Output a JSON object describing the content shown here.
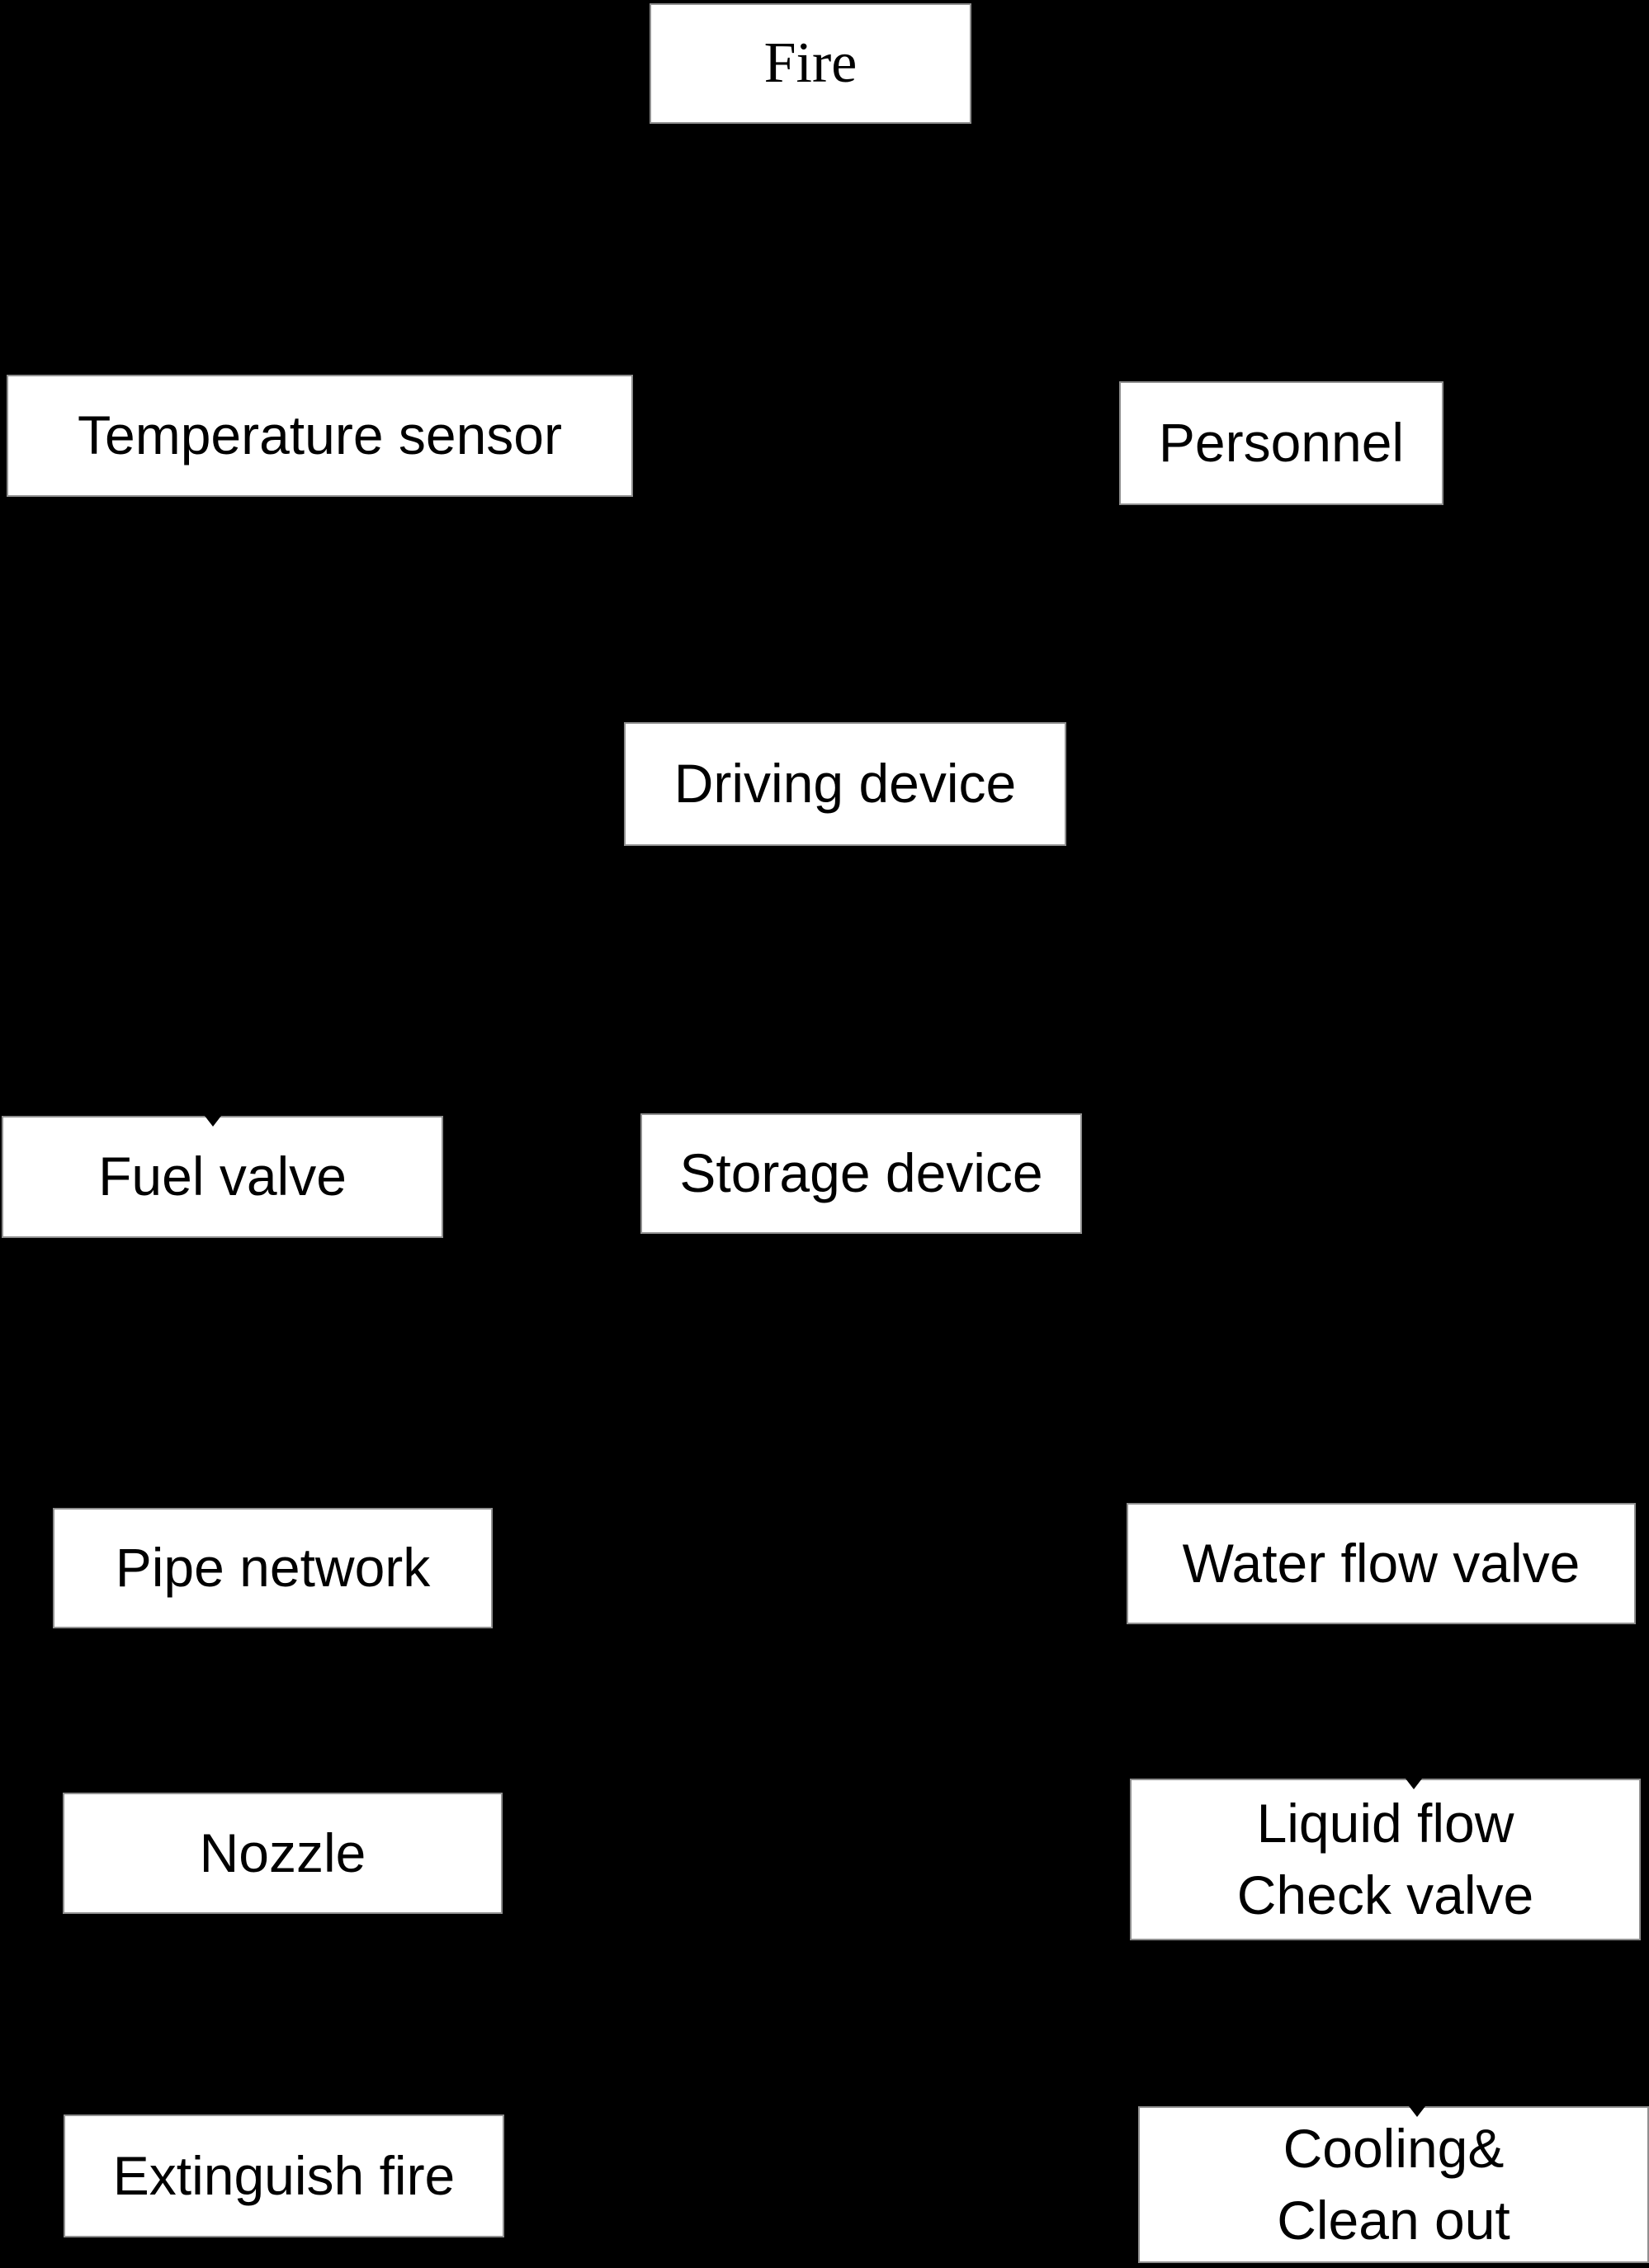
{
  "diagram": {
    "type": "flowchart",
    "colors": {
      "background": "#000000",
      "node_fill": "#ffffff",
      "node_border": "#8f8f8f",
      "node_text": "#000000",
      "arrowhead_notch": "#000000"
    },
    "nodes": {
      "fire": {
        "label": "Fire"
      },
      "temperature": {
        "label": "Temperature sensor"
      },
      "personnel": {
        "label": "Personnel"
      },
      "driving": {
        "label": "Driving device"
      },
      "fuel": {
        "label": "Fuel valve"
      },
      "storage": {
        "label": "Storage device"
      },
      "pipe": {
        "label": "Pipe network"
      },
      "water": {
        "label": "Water flow valve"
      },
      "nozzle": {
        "label": "Nozzle"
      },
      "liquid": {
        "line1": "Liquid flow",
        "line2": "Check valve"
      },
      "extinguish": {
        "label": "Extinguish fire"
      },
      "cooling": {
        "line1": "Cooling&",
        "line2": "Clean out"
      }
    }
  }
}
